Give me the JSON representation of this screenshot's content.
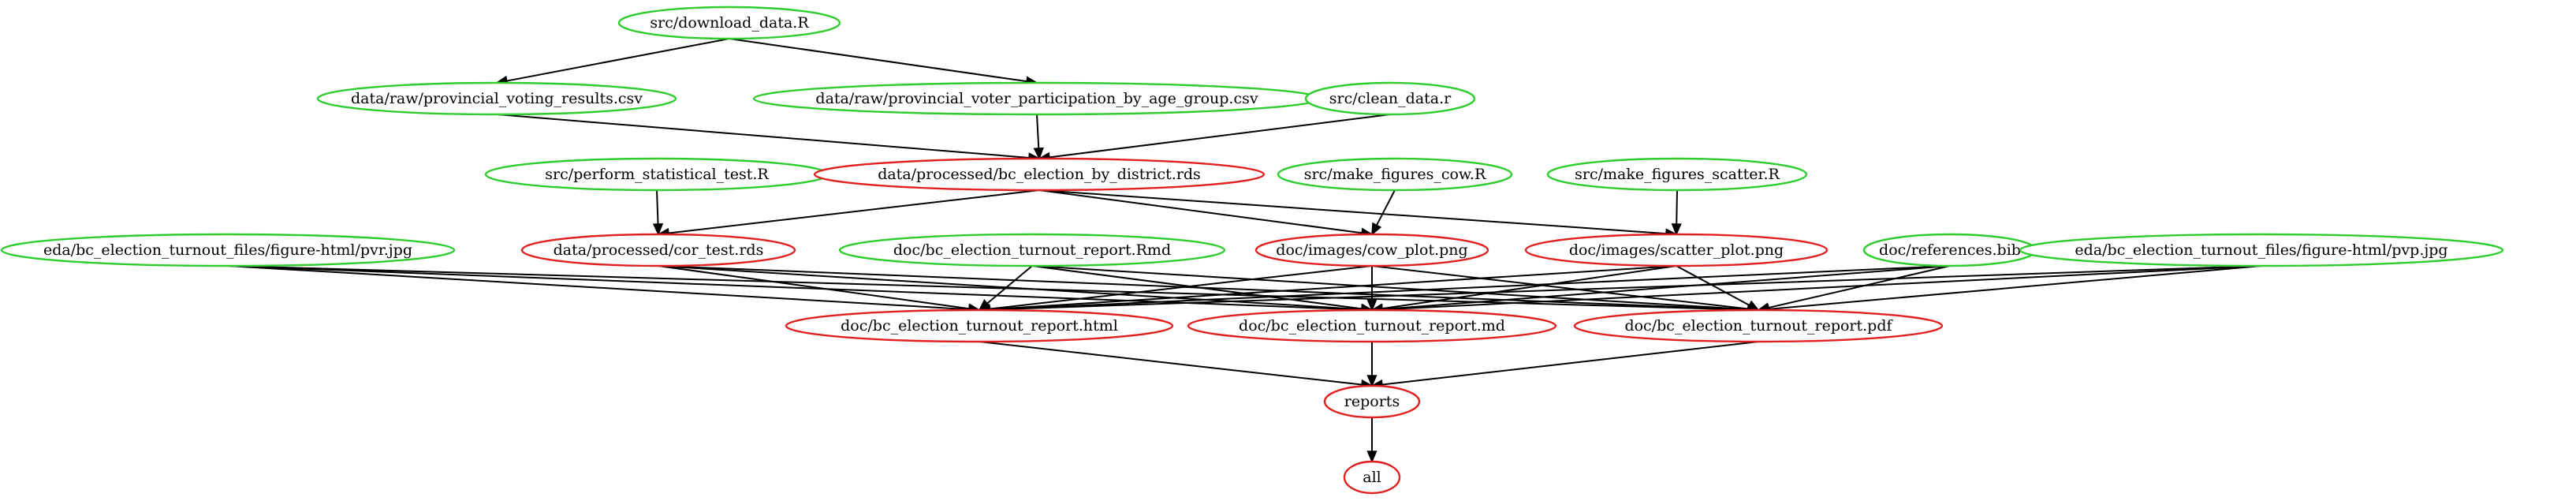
{
  "diagram": {
    "type": "dependency-graph",
    "colors": {
      "source": "#2ecc2e",
      "generated": "#e02020",
      "edge": "#000000",
      "background": "#ffffff"
    },
    "nodes": [
      {
        "id": "download",
        "label": "src/download_data.R",
        "kind": "source"
      },
      {
        "id": "voting",
        "label": "data/raw/provincial_voting_results.csv",
        "kind": "source"
      },
      {
        "id": "participation",
        "label": "data/raw/provincial_voter_participation_by_age_group.csv",
        "kind": "source"
      },
      {
        "id": "clean",
        "label": "src/clean_data.r",
        "kind": "source"
      },
      {
        "id": "stattest",
        "label": "src/perform_statistical_test.R",
        "kind": "source"
      },
      {
        "id": "district",
        "label": "data/processed/bc_election_by_district.rds",
        "kind": "generated"
      },
      {
        "id": "figcow",
        "label": "src/make_figures_cow.R",
        "kind": "source"
      },
      {
        "id": "figscatter",
        "label": "src/make_figures_scatter.R",
        "kind": "source"
      },
      {
        "id": "pvr",
        "label": "eda/bc_election_turnout_files/figure-html/pvr.jpg",
        "kind": "source"
      },
      {
        "id": "cortest",
        "label": "data/processed/cor_test.rds",
        "kind": "generated"
      },
      {
        "id": "rmd",
        "label": "doc/bc_election_turnout_report.Rmd",
        "kind": "source"
      },
      {
        "id": "cowplot",
        "label": "doc/images/cow_plot.png",
        "kind": "generated"
      },
      {
        "id": "scatterplot",
        "label": "doc/images/scatter_plot.png",
        "kind": "generated"
      },
      {
        "id": "refs",
        "label": "doc/references.bib",
        "kind": "source"
      },
      {
        "id": "pvp",
        "label": "eda/bc_election_turnout_files/figure-html/pvp.jpg",
        "kind": "source"
      },
      {
        "id": "html",
        "label": "doc/bc_election_turnout_report.html",
        "kind": "generated"
      },
      {
        "id": "md",
        "label": "doc/bc_election_turnout_report.md",
        "kind": "generated"
      },
      {
        "id": "pdf",
        "label": "doc/bc_election_turnout_report.pdf",
        "kind": "generated"
      },
      {
        "id": "reports",
        "label": "reports",
        "kind": "generated"
      },
      {
        "id": "all",
        "label": "all",
        "kind": "generated"
      }
    ],
    "edges": [
      {
        "from": "download",
        "to": "voting"
      },
      {
        "from": "download",
        "to": "participation"
      },
      {
        "from": "voting",
        "to": "district"
      },
      {
        "from": "participation",
        "to": "district"
      },
      {
        "from": "clean",
        "to": "district"
      },
      {
        "from": "district",
        "to": "cortest"
      },
      {
        "from": "district",
        "to": "cowplot"
      },
      {
        "from": "district",
        "to": "scatterplot"
      },
      {
        "from": "stattest",
        "to": "cortest"
      },
      {
        "from": "figcow",
        "to": "cowplot"
      },
      {
        "from": "figscatter",
        "to": "scatterplot"
      },
      {
        "from": "pvr",
        "to": "html"
      },
      {
        "from": "pvr",
        "to": "md"
      },
      {
        "from": "pvr",
        "to": "pdf"
      },
      {
        "from": "cortest",
        "to": "html"
      },
      {
        "from": "cortest",
        "to": "md"
      },
      {
        "from": "cortest",
        "to": "pdf"
      },
      {
        "from": "rmd",
        "to": "html"
      },
      {
        "from": "rmd",
        "to": "md"
      },
      {
        "from": "rmd",
        "to": "pdf"
      },
      {
        "from": "cowplot",
        "to": "html"
      },
      {
        "from": "cowplot",
        "to": "md"
      },
      {
        "from": "cowplot",
        "to": "pdf"
      },
      {
        "from": "scatterplot",
        "to": "html"
      },
      {
        "from": "scatterplot",
        "to": "md"
      },
      {
        "from": "scatterplot",
        "to": "pdf"
      },
      {
        "from": "refs",
        "to": "html"
      },
      {
        "from": "refs",
        "to": "md"
      },
      {
        "from": "refs",
        "to": "pdf"
      },
      {
        "from": "pvp",
        "to": "html"
      },
      {
        "from": "pvp",
        "to": "md"
      },
      {
        "from": "pvp",
        "to": "pdf"
      },
      {
        "from": "html",
        "to": "reports"
      },
      {
        "from": "md",
        "to": "reports"
      },
      {
        "from": "pdf",
        "to": "reports"
      },
      {
        "from": "reports",
        "to": "all"
      }
    ]
  }
}
